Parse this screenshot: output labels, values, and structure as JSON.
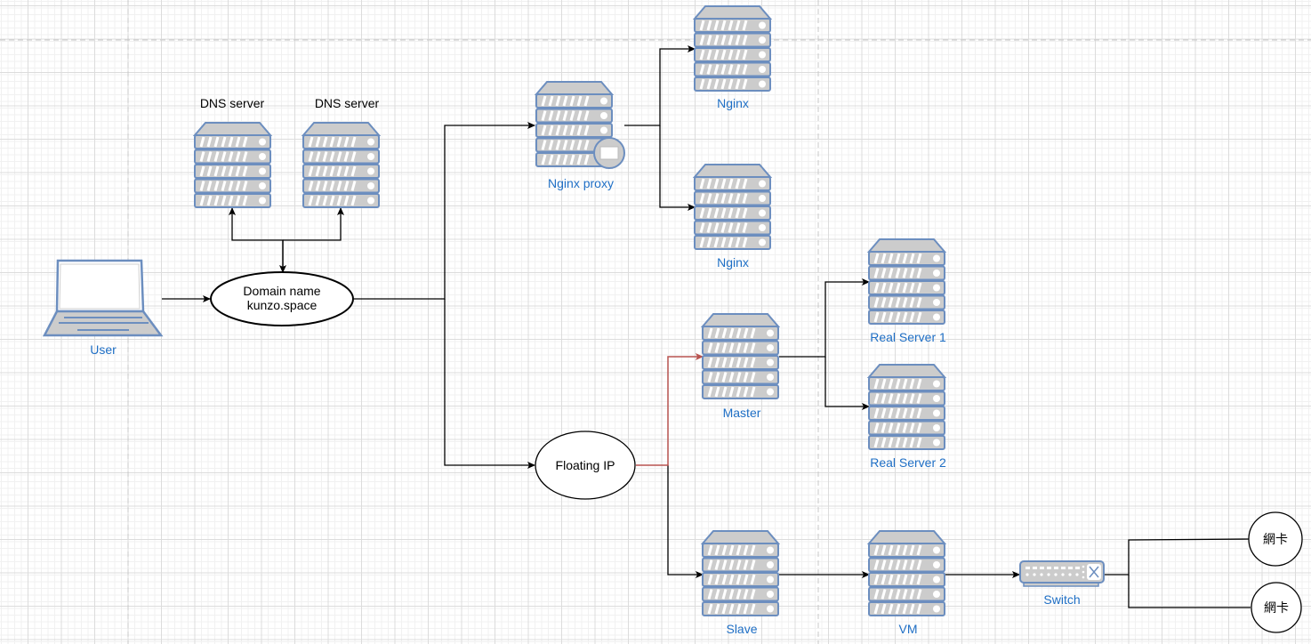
{
  "diagram": {
    "colors": {
      "server_fill": "#cccccc",
      "server_stroke": "#6c8ebf",
      "label_blue": "#1f6fc5",
      "edge_default": "#000000",
      "edge_highlight": "#b85450"
    },
    "nodes": {
      "user": {
        "label": "User",
        "icon": "laptop-icon"
      },
      "dns1": {
        "label": "DNS server",
        "icon": "server-icon"
      },
      "dns2": {
        "label": "DNS server",
        "icon": "server-icon"
      },
      "domain": {
        "label_line1": "Domain name",
        "label_line2": "kunzo.space",
        "shape": "ellipse"
      },
      "nginx_proxy": {
        "label": "Nginx proxy",
        "icon": "proxy-server-icon"
      },
      "nginx1": {
        "label": "Nginx",
        "icon": "server-icon"
      },
      "nginx2": {
        "label": "Nginx",
        "icon": "server-icon"
      },
      "floating_ip": {
        "label": "Floating IP",
        "shape": "ellipse"
      },
      "master": {
        "label": "Master",
        "icon": "server-icon"
      },
      "slave": {
        "label": "Slave",
        "icon": "server-icon"
      },
      "real1": {
        "label": "Real Server 1",
        "icon": "server-icon"
      },
      "real2": {
        "label": "Real Server 2",
        "icon": "server-icon"
      },
      "vm": {
        "label": "VM",
        "icon": "server-icon"
      },
      "switch": {
        "label": "Switch",
        "icon": "switch-icon"
      },
      "nic1": {
        "label": "網卡",
        "shape": "circle"
      },
      "nic2": {
        "label": "網卡",
        "shape": "circle"
      }
    },
    "edges": [
      {
        "from": "user",
        "to": "domain"
      },
      {
        "from": "domain",
        "to": "dns1"
      },
      {
        "from": "domain",
        "to": "dns2"
      },
      {
        "from": "domain",
        "to": "nginx_proxy"
      },
      {
        "from": "domain",
        "to": "floating_ip"
      },
      {
        "from": "nginx_proxy",
        "to": "nginx1"
      },
      {
        "from": "nginx_proxy",
        "to": "nginx2"
      },
      {
        "from": "floating_ip",
        "to": "master",
        "highlight": true
      },
      {
        "from": "floating_ip",
        "to": "slave"
      },
      {
        "from": "master",
        "to": "real1"
      },
      {
        "from": "master",
        "to": "real2"
      },
      {
        "from": "slave",
        "to": "vm"
      },
      {
        "from": "vm",
        "to": "switch"
      },
      {
        "from": "switch",
        "to": "nic1"
      },
      {
        "from": "switch",
        "to": "nic2"
      }
    ]
  }
}
